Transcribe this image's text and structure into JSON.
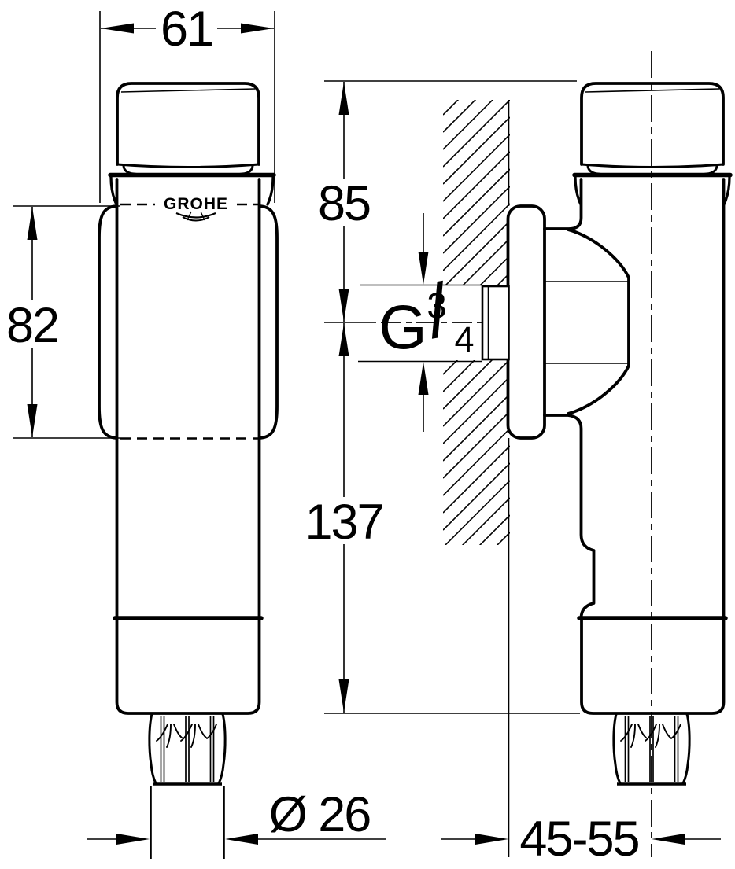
{
  "logo": {
    "brand": "GROHE"
  },
  "dimensions": {
    "overall_width": "61",
    "body_height": "82",
    "cap_to_inlet": "85",
    "inlet_to_outlet": "137",
    "thread_prefix": "G",
    "thread_numerator": "3",
    "thread_slash": "/",
    "thread_denominator": "4",
    "outlet_diameter": "Ø 26",
    "wall_to_center_range": "45-55"
  },
  "colors": {
    "line": "#000000",
    "background": "#ffffff"
  }
}
